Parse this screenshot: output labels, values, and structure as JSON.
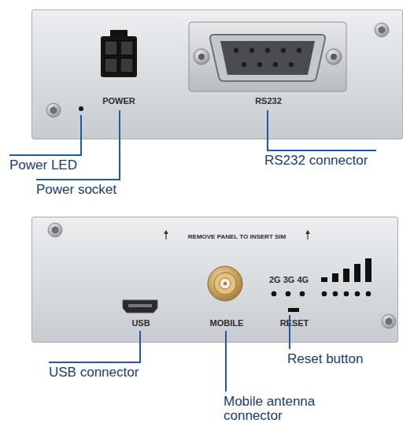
{
  "diagram": {
    "nodes": [
      {
        "text": [
          "POWER",
          "RS232"
        ]
      },
      {
        "text": [
          "REMOVE PANEL TO INSERT SIM",
          "USB",
          "MOBILE",
          "2G 3G 4G",
          "RESET"
        ]
      }
    ],
    "labels": [
      "Power LED",
      "Power socket",
      "RS232 connector",
      "USB connector",
      "Mobile antenna connector",
      "Reset button"
    ]
  }
}
